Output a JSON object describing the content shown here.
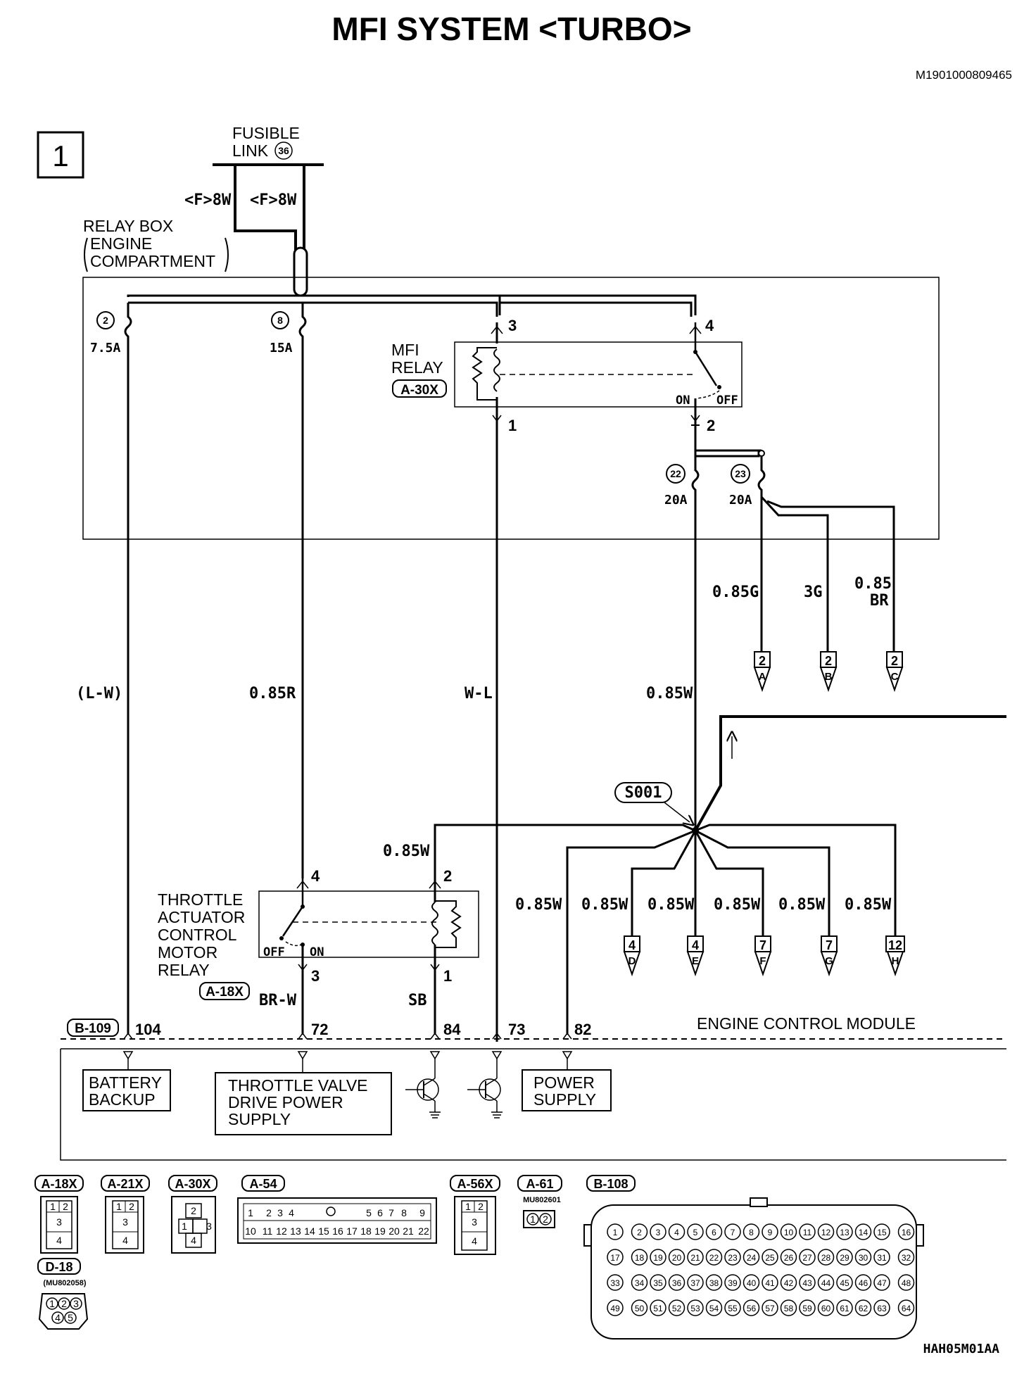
{
  "header": {
    "title": "MFI SYSTEM <TURBO>",
    "doc_code": "M1901000809465",
    "page_number": "1",
    "figure_code": "HAH05M01AA"
  },
  "power": {
    "fusible_link_line1": "FUSIBLE",
    "fusible_link_line2": "LINK",
    "fusible_link_number": "36",
    "wire_left": "<F>8W",
    "wire_right": "<F>8W"
  },
  "relay_box": {
    "line1": "RELAY BOX",
    "line2": "ENGINE",
    "line3": "COMPARTMENT",
    "fuses": [
      {
        "number": "2",
        "rating": "7.5A"
      },
      {
        "number": "8",
        "rating": "15A"
      },
      {
        "number": "22",
        "rating": "20A"
      },
      {
        "number": "23",
        "rating": "20A"
      }
    ]
  },
  "mfi_relay": {
    "line1": "MFI",
    "line2": "RELAY",
    "connector": "A-30X",
    "pins": [
      "3",
      "4",
      "1",
      "2"
    ],
    "on": "ON",
    "off": "OFF"
  },
  "wires": {
    "fuse2": "(L-W)",
    "fuse8": "0.85R",
    "relay1": "W-L",
    "relay2": "0.85W",
    "out_a": "0.85G",
    "out_b": "3G",
    "out_c_line1": "0.85",
    "out_c_line2": "BR",
    "throttle_feed": "0.85W",
    "ecm82": "0.85W",
    "branches": [
      "0.85W",
      "0.85W",
      "0.85W",
      "0.85W",
      "0.85W"
    ],
    "throttle3": "BR-W",
    "throttle1": "SB"
  },
  "outputs_top": [
    {
      "number": "2",
      "letter": "A"
    },
    {
      "number": "2",
      "letter": "B"
    },
    {
      "number": "2",
      "letter": "C"
    }
  ],
  "outputs_bottom": [
    {
      "number": "4",
      "letter": "D"
    },
    {
      "number": "4",
      "letter": "E"
    },
    {
      "number": "7",
      "letter": "F"
    },
    {
      "number": "7",
      "letter": "G"
    },
    {
      "number": "12",
      "letter": "H"
    }
  ],
  "splice": "S001",
  "throttle_relay": {
    "line1": "THROTTLE",
    "line2": "ACTUATOR",
    "line3": "CONTROL",
    "line4": "MOTOR",
    "line5": "RELAY",
    "connector": "A-18X",
    "pins": [
      "4",
      "2",
      "3",
      "1"
    ],
    "off": "OFF",
    "on": "ON"
  },
  "ecm": {
    "label": "ENGINE CONTROL MODULE",
    "connector": "B-109",
    "pins": [
      "104",
      "72",
      "84",
      "73",
      "82"
    ],
    "battery_line1": "BATTERY",
    "battery_line2": "BACKUP",
    "throttle_line1": "THROTTLE VALVE",
    "throttle_line2": "DRIVE POWER",
    "throttle_line3": "SUPPLY",
    "power_line1": "POWER",
    "power_line2": "SUPPLY"
  },
  "connectors": {
    "a18x": {
      "label": "A-18X",
      "cavities": [
        "1",
        "2",
        "3",
        "4"
      ]
    },
    "a21x": {
      "label": "A-21X",
      "cavities": [
        "1",
        "2",
        "3",
        "4"
      ]
    },
    "a30x": {
      "label": "A-30X",
      "cavities": [
        "1",
        "2",
        "3",
        "4"
      ]
    },
    "a54": {
      "label": "A-54",
      "row1": [
        "1",
        "2",
        "3",
        "4",
        "5",
        "6",
        "7",
        "8",
        "9"
      ],
      "row2": [
        "10",
        "11",
        "12",
        "13",
        "14",
        "15",
        "16",
        "17",
        "18",
        "19",
        "20",
        "21",
        "22"
      ]
    },
    "a56x": {
      "label": "A-56X",
      "cavities": [
        "1",
        "2",
        "3",
        "4"
      ]
    },
    "a61": {
      "label": "A-61",
      "part": "MU802601",
      "cavities": [
        "1",
        "2"
      ]
    },
    "d18": {
      "label": "D-18",
      "part": "(MU802058)",
      "cavities": [
        "1",
        "2",
        "3",
        "4",
        "5"
      ]
    },
    "b108": {
      "label": "B-108",
      "row1": [
        "1",
        "2",
        "3",
        "4",
        "5",
        "6",
        "7",
        "8",
        "9",
        "10",
        "11",
        "12",
        "13",
        "14",
        "15",
        "16"
      ],
      "row2": [
        "17",
        "18",
        "19",
        "20",
        "21",
        "22",
        "23",
        "24",
        "25",
        "26",
        "27",
        "28",
        "29",
        "30",
        "31",
        "32"
      ],
      "row3": [
        "33",
        "34",
        "35",
        "36",
        "37",
        "38",
        "39",
        "40",
        "41",
        "42",
        "43",
        "44",
        "45",
        "46",
        "47",
        "48"
      ],
      "row4": [
        "49",
        "50",
        "51",
        "52",
        "53",
        "54",
        "55",
        "56",
        "57",
        "58",
        "59",
        "60",
        "61",
        "62",
        "63",
        "64"
      ]
    }
  }
}
